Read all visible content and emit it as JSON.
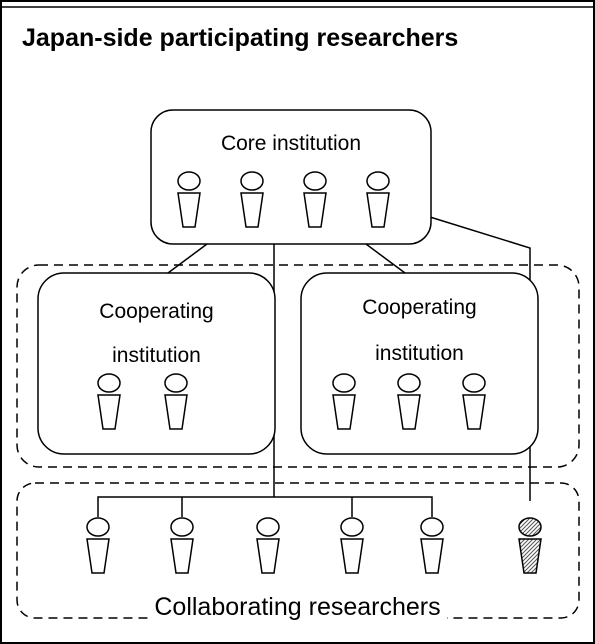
{
  "title": "Japan-side participating researchers",
  "core": {
    "label": "Core institution",
    "researchers": 4
  },
  "cooperating": [
    {
      "label_line1": "Cooperating",
      "label_line2": "institution",
      "researchers": 2
    },
    {
      "label_line1": "Cooperating",
      "label_line2": "institution",
      "researchers": 3
    }
  ],
  "collaborators": {
    "label": "Collaborating researchers",
    "researchers": 5,
    "highlighted_researchers": 1
  }
}
